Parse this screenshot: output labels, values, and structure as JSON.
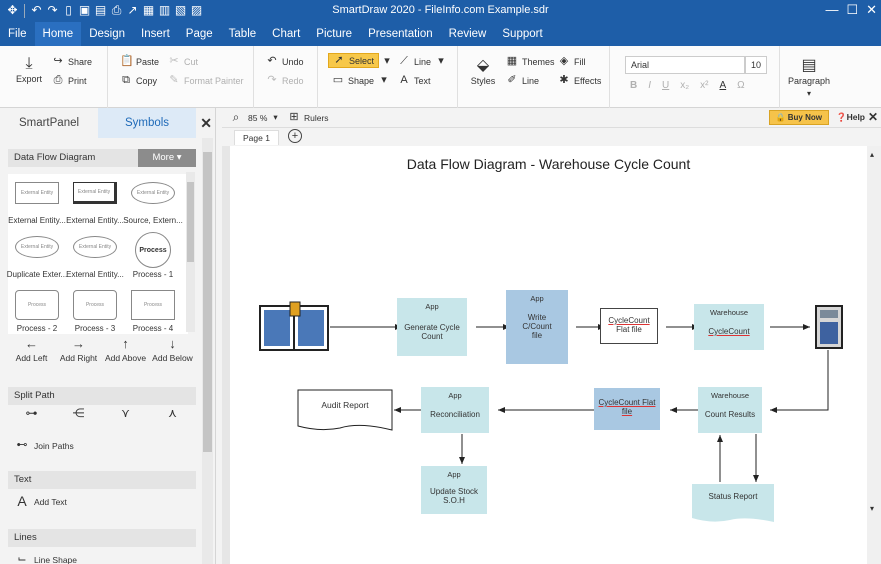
{
  "window": {
    "title": "SmartDraw 2020 - FileInfo.com Example.sdr",
    "controls": {
      "minimize": "—",
      "maximize": "☐",
      "close": "✕"
    }
  },
  "menu": [
    "File",
    "Home",
    "Design",
    "Insert",
    "Page",
    "Table",
    "Chart",
    "Picture",
    "Presentation",
    "Review",
    "Support"
  ],
  "ribbon": {
    "export": "Export",
    "share": "Share",
    "print": "Print",
    "paste": "Paste",
    "copy": "Copy",
    "cut": "Cut",
    "format_painter": "Format Painter",
    "undo": "Undo",
    "redo": "Redo",
    "select": "Select",
    "shape": "Shape",
    "line": "Line",
    "text": "Text",
    "styles": "Styles",
    "themes": "Themes",
    "fill": "Fill",
    "line2": "Line",
    "effects": "Effects",
    "font": "Arial",
    "font_size": "10",
    "paragraph": "Paragraph"
  },
  "panel": {
    "tab_smart": "SmartPanel",
    "tab_symbols": "Symbols",
    "library": "Data Flow Diagram",
    "more": "More",
    "symbols": [
      {
        "label": "External Entity...",
        "shape": "External Entity"
      },
      {
        "label": "External Entity...",
        "shape": "External Entity"
      },
      {
        "label": "Source, Extern...",
        "shape": "External Entity"
      },
      {
        "label": "Duplicate Exter...",
        "shape": "External Entity"
      },
      {
        "label": "External Entity...",
        "shape": "External Entity"
      },
      {
        "label": "Process - 1",
        "shape": "Process"
      },
      {
        "label": "Process - 2",
        "shape": "Process"
      },
      {
        "label": "Process - 3",
        "shape": "Process"
      },
      {
        "label": "Process - 4",
        "shape": "Process"
      }
    ],
    "add_left": "Add Left",
    "add_right": "Add Right",
    "add_above": "Add Above",
    "add_below": "Add Below",
    "split_path": "Split Path",
    "join_paths": "Join Paths",
    "text_section": "Text",
    "add_text": "Add Text",
    "lines_section": "Lines",
    "line_shape": "Line Shape"
  },
  "canvas": {
    "zoom": "85 %",
    "rulers": "Rulers",
    "buy_now": "Buy Now",
    "help": "Help",
    "page_tab": "Page 1"
  },
  "diagram": {
    "title": "Data Flow Diagram - Warehouse Cycle Count",
    "nodes": {
      "generate": {
        "hdr": "App",
        "body": "Generate Cycle Count"
      },
      "write": {
        "hdr": "App",
        "body": "Write C/Count file"
      },
      "flatfile1": {
        "body1": "CycleCount",
        "body2": "Flat file"
      },
      "wh_cycle": {
        "hdr": "Warehouse",
        "body": "CycleCount"
      },
      "wh_results": {
        "hdr": "Warehouse",
        "body": "Count Results"
      },
      "flatfile2": {
        "body": "CycleCount Flat file"
      },
      "recon": {
        "hdr": "App",
        "body": "Reconciliation"
      },
      "audit": {
        "body": "Audit Report"
      },
      "update": {
        "hdr": "App",
        "body": "Update Stock S.O.H"
      },
      "status": {
        "body": "Status Report"
      }
    }
  }
}
